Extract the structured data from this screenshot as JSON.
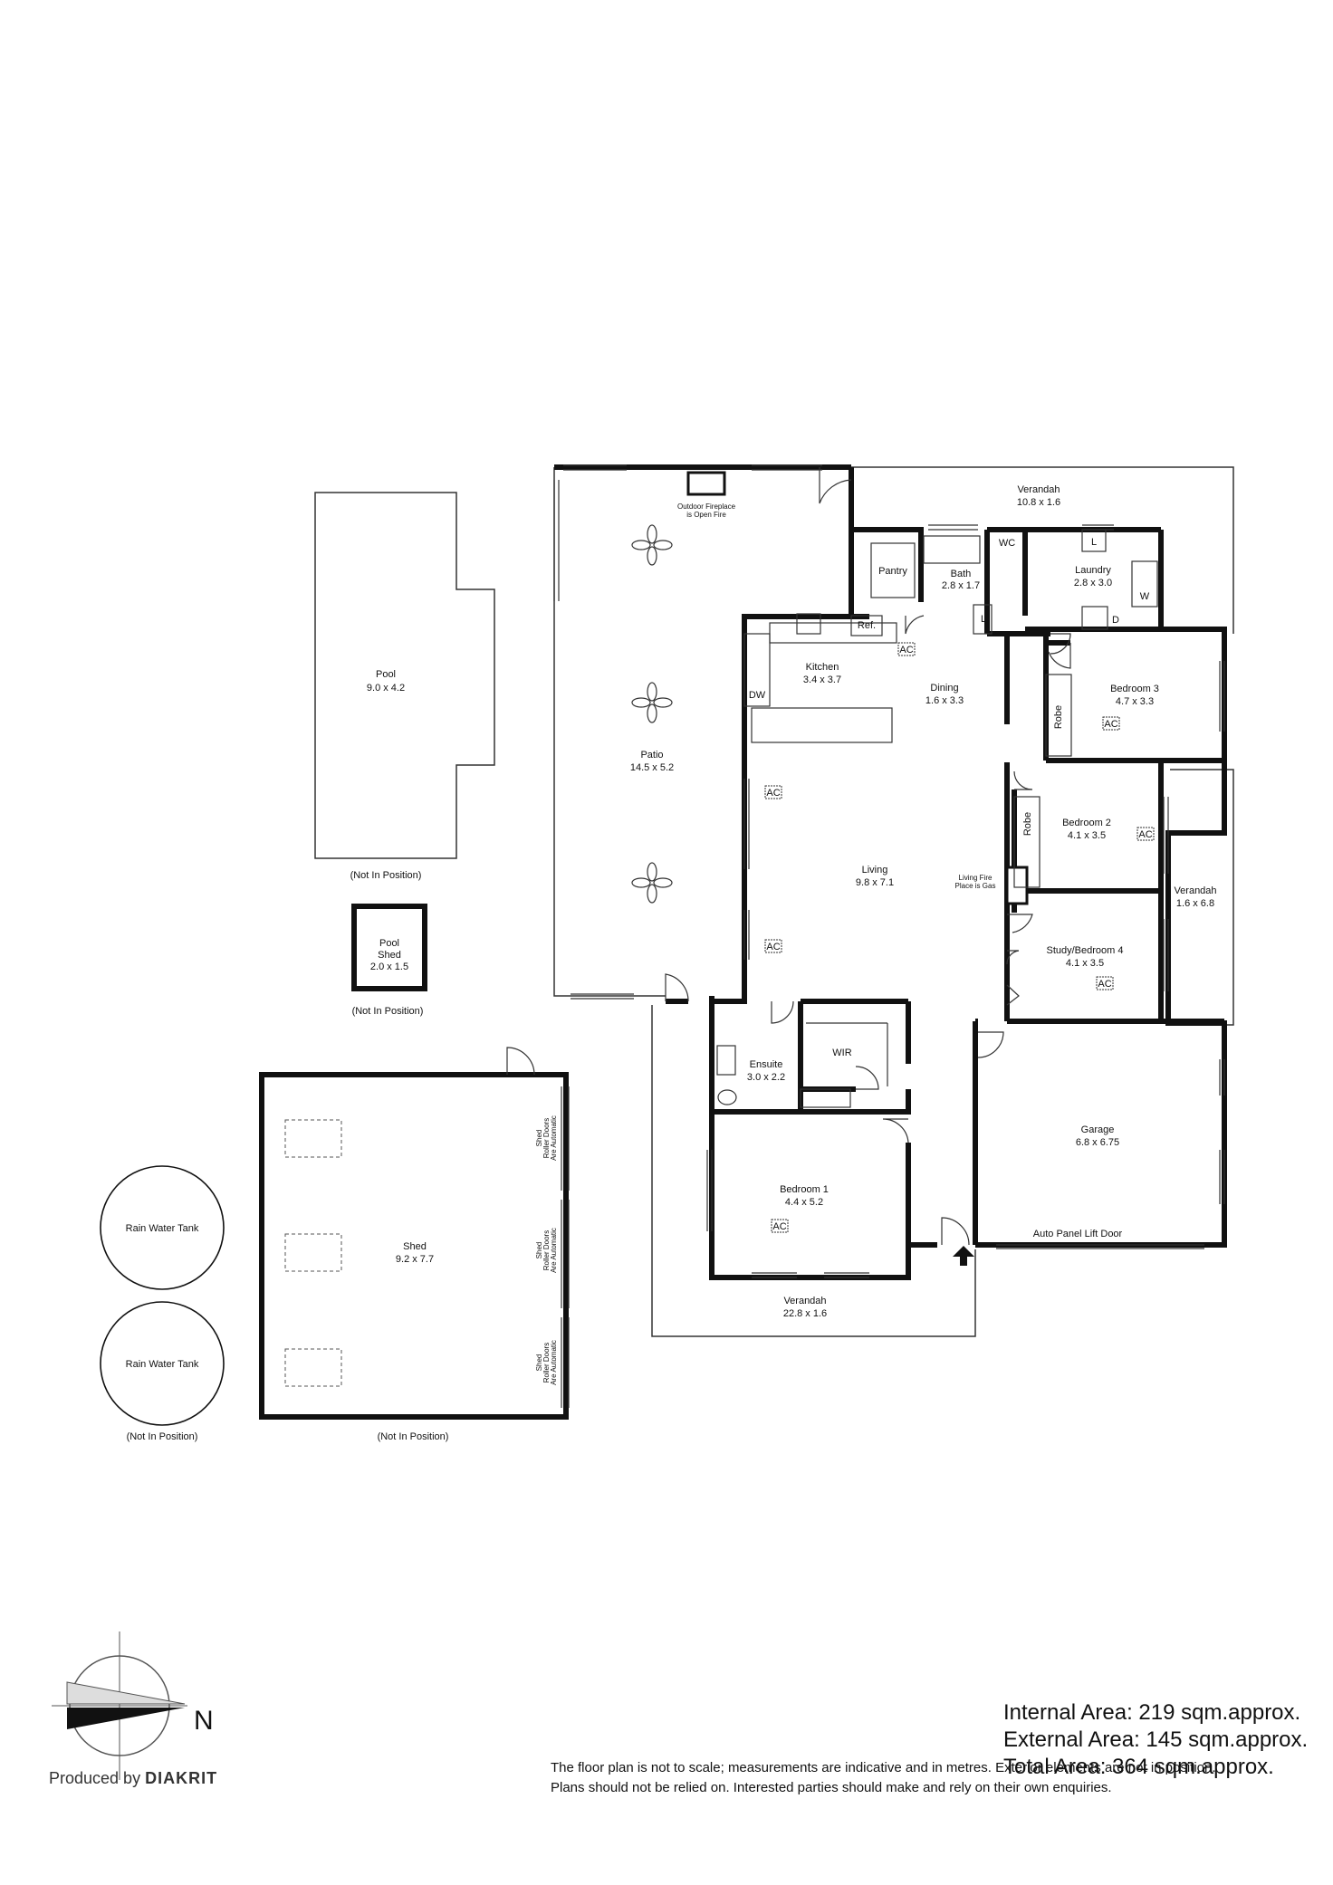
{
  "rooms": {
    "verandah_top": {
      "name": "Verandah",
      "size": "10.8 x 1.6"
    },
    "fireplace_note": {
      "line1": "Outdoor Fireplace",
      "line2": "is Open Fire"
    },
    "pool": {
      "name": "Pool",
      "size": "9.0 x 4.2",
      "note": "(Not In Position)"
    },
    "patio": {
      "name": "Patio",
      "size": "14.5 x 5.2"
    },
    "pantry": {
      "name": "Pantry"
    },
    "bath": {
      "name": "Bath",
      "size": "2.8 x 1.7"
    },
    "wc": {
      "name": "WC"
    },
    "laundry": {
      "name": "Laundry",
      "size": "2.8 x 3.0",
      "l": "L",
      "w": "W",
      "d": "D"
    },
    "bath_l": {
      "name": "L"
    },
    "ref": {
      "name": "Ref."
    },
    "kitchen": {
      "name": "Kitchen",
      "size": "3.4 x 3.7",
      "dw": "DW"
    },
    "dining": {
      "name": "Dining",
      "size": "1.6 x 3.3"
    },
    "bedroom3": {
      "name": "Bedroom 3",
      "size": "4.7 x 3.3"
    },
    "robe3": {
      "name": "Robe"
    },
    "robe2": {
      "name": "Robe"
    },
    "bedroom2": {
      "name": "Bedroom 2",
      "size": "4.1 x 3.5"
    },
    "living": {
      "name": "Living",
      "size": "9.8 x 7.1"
    },
    "living_fire": {
      "line1": "Living Fire",
      "line2": "Place is Gas"
    },
    "verandah_right": {
      "name": "Verandah",
      "size": "1.6 x 6.8"
    },
    "study": {
      "name": "Study/Bedroom 4",
      "size": "4.1 x 3.5"
    },
    "pool_shed": {
      "name": "Pool",
      "name2": "Shed",
      "size": "2.0 x 1.5",
      "note": "(Not In Position)"
    },
    "ensuite": {
      "name": "Ensuite",
      "size": "3.0 x 2.2"
    },
    "wir": {
      "name": "WIR"
    },
    "garage": {
      "name": "Garage",
      "size": "6.8 x 6.75",
      "door": "Auto Panel Lift Door"
    },
    "bedroom1": {
      "name": "Bedroom 1",
      "size": "4.4 x 5.2"
    },
    "verandah_bottom": {
      "name": "Verandah",
      "size": "22.8 x 1.6"
    },
    "shed": {
      "name": "Shed",
      "size": "9.2 x 7.7",
      "note": "(Not In Position)",
      "door_note": {
        "line1": "Shed",
        "line2": "Roller Doors",
        "line3": "Are Automatic"
      }
    },
    "tank1": {
      "name": "Rain Water Tank"
    },
    "tank2": {
      "name": "Rain Water Tank",
      "note": "(Not In Position)"
    }
  },
  "ac_label": "AC",
  "compass": {
    "label": "N"
  },
  "areas": {
    "internal": "Internal Area: 219 sqm.approx.",
    "external": "External Area: 145 sqm.approx.",
    "total": "Total Area: 364 sqm.approx."
  },
  "disclaimer": {
    "line1": "The floor plan is not to scale; measurements are indicative and in metres. Exterior elements are not in position.",
    "line2": "Plans should not be relied on. Interested parties should make and rely on their own enquiries."
  },
  "producer": {
    "prefix": "Produced by",
    "brand": "DIAKRIT"
  }
}
